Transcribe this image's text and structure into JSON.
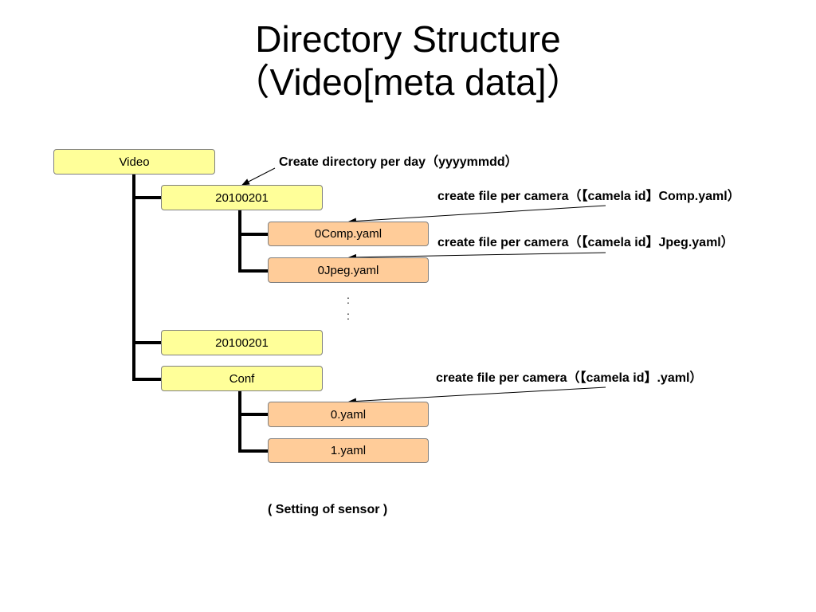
{
  "title": {
    "line1": "Directory Structure",
    "line2": "（Video[meta data]）"
  },
  "tree": {
    "video": "Video",
    "date_dir_1": "20100201",
    "comp_file": "0Comp.yaml",
    "jpeg_file": "0Jpeg.yaml",
    "ellipsis": ":\n:",
    "date_dir_2": "20100201",
    "conf_dir": "Conf",
    "conf_file_0": "0.yaml",
    "conf_file_1": "1.yaml"
  },
  "notes": {
    "per_day": "Create directory per day（yyyymmdd）",
    "per_camera_comp": "create file per camera（【camela id】Comp.yaml）",
    "per_camera_jpeg": "create file per camera（【camela id】Jpeg.yaml）",
    "per_camera_conf": "create file per camera（【camela id】.yaml）",
    "sensor_setting": "( Setting of sensor  )"
  },
  "colors": {
    "folder_fill": "#ffff99",
    "file_fill": "#ffcc99",
    "connector": "#000000"
  }
}
